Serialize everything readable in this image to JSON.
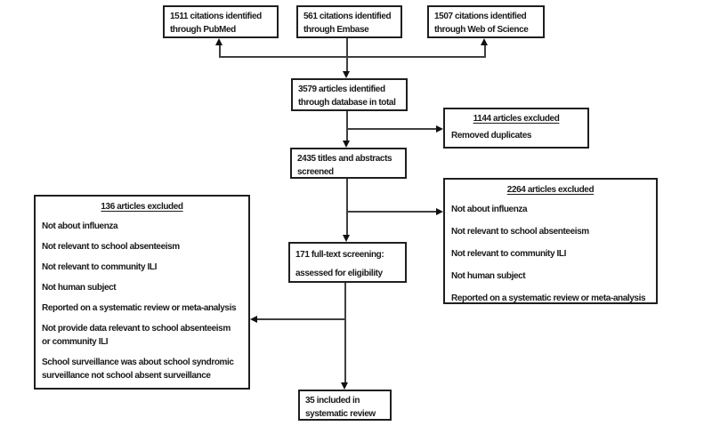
{
  "diagram": {
    "title": "PRISMA study selection flow diagram",
    "colors": {
      "background": "#ffffff",
      "box_border": "#1f1f1f",
      "connector_line": "#3f3f3f",
      "arrowhead": "#111111",
      "text": "#1a1a1a"
    },
    "boxes": {
      "pubmed": {
        "text": "1511 citations identified\nthrough PubMed"
      },
      "embase": {
        "text": "561 citations identified\nthrough Embase"
      },
      "web_of_science": {
        "text": "1507 citations identified\nthrough Web of Science"
      },
      "total_identified": {
        "text": "3579 articles identified\nthrough database in total"
      },
      "duplicates_excluded": {
        "title": "1144 articles excluded",
        "items": [
          "Removed duplicates"
        ]
      },
      "titles_abstracts_screened": {
        "text": "2435 titles and abstracts\nscreened"
      },
      "screening_excluded": {
        "title": "2264 articles excluded",
        "items": [
          "Not about influenza",
          "Not relevant to school absenteeism",
          "Not relevant to community ILI",
          "Not human subject",
          "Reported on a systematic review or meta-analysis"
        ]
      },
      "fulltext_screening": {
        "text": "171 full-text screening:\nassessed for eligibility"
      },
      "eligibility_excluded": {
        "title": "136 articles excluded",
        "items": [
          "Not about influenza",
          "Not relevant to school absenteeism",
          "Not relevant to community ILI",
          "Not human subject",
          "Reported on a systematic review or meta-analysis",
          "Not provide data relevant to school absenteeism\nor community ILI",
          "School surveillance was about school syndromic\nsurveillance not school absent surveillance"
        ]
      },
      "included": {
        "text": "35 included in\nsystematic review"
      }
    }
  }
}
